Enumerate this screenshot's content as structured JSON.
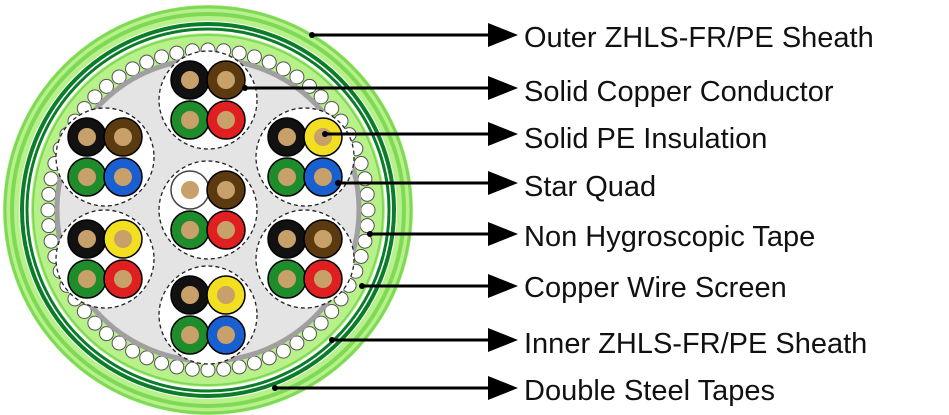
{
  "labels": {
    "outer_sheath": "Outer ZHLS-FR/PE Sheath",
    "conductor": "Solid Copper Conductor",
    "insulation": "Solid PE Insulation",
    "star_quad": "Star Quad",
    "tape": "Non Hygroscopic Tape",
    "wire_screen": "Copper Wire Screen",
    "inner_sheath": "Inner ZHLS-FR/PE Sheath",
    "steel_tapes": "Double Steel Tapes"
  },
  "colors": {
    "sheath_green": "#7ED957",
    "sheath_light_green": "#B8F08A",
    "dark_green_band": "#0B7D2A",
    "copper": "#C8A06A",
    "insulation_black": "#111111",
    "insulation_brown": "#5C3A10",
    "insulation_green": "#1E8C2A",
    "insulation_red": "#E02020",
    "insulation_blue": "#1A5FD0",
    "insulation_yellow": "#F2E020",
    "insulation_white": "#FFFFFF",
    "inner_fill": "#E4E4E4",
    "tape_gray": "#A0A0A0",
    "arrow": "#000000"
  },
  "quads": [
    [
      "black",
      "brown",
      "green",
      "red"
    ],
    [
      "black",
      "brown",
      "green",
      "blue"
    ],
    [
      "black",
      "yellow",
      "green",
      "blue"
    ],
    [
      "white",
      "brown",
      "green",
      "red"
    ],
    [
      "black",
      "yellow",
      "green",
      "red"
    ],
    [
      "black",
      "brown",
      "green",
      "red"
    ],
    [
      "black",
      "yellow",
      "green",
      "blue"
    ]
  ]
}
